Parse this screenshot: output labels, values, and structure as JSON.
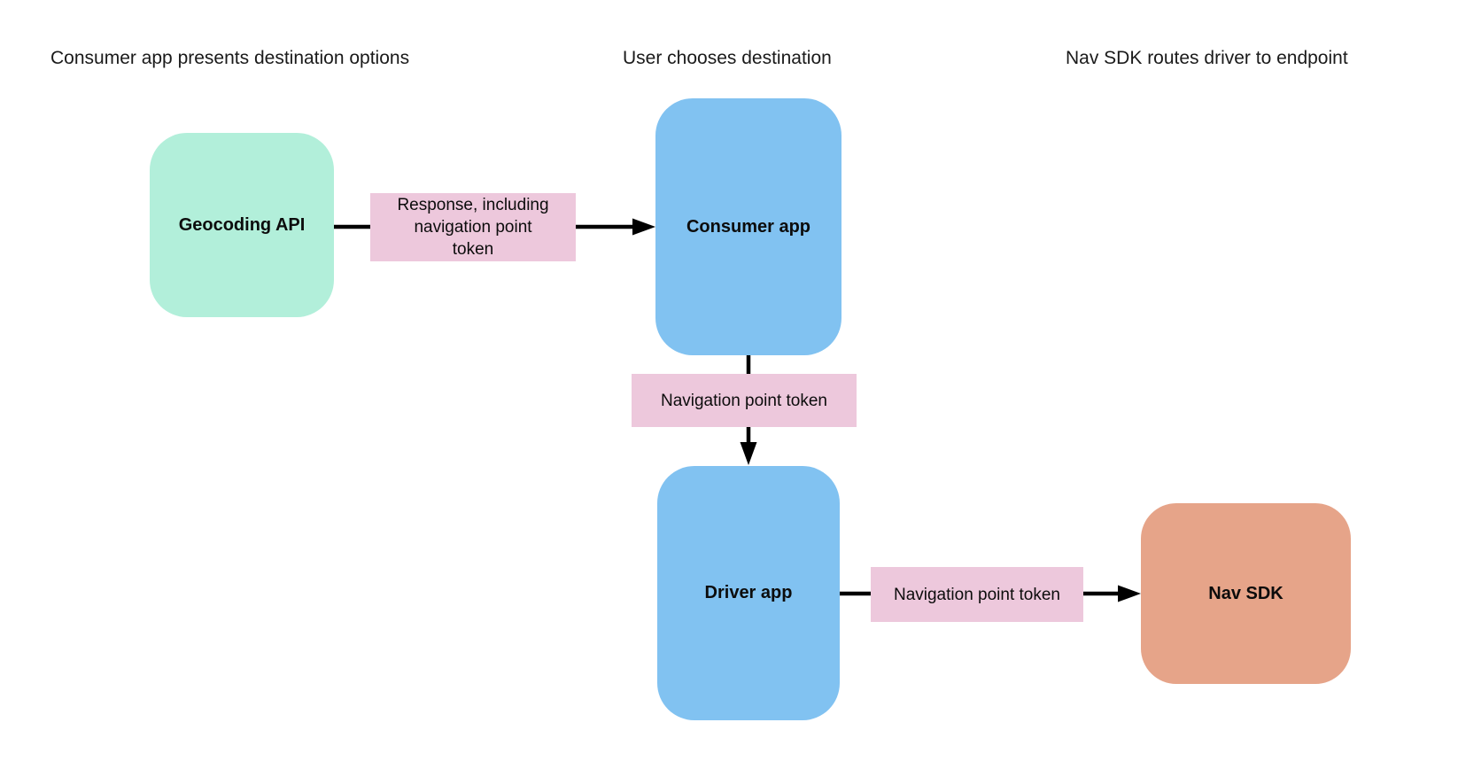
{
  "colors": {
    "mint": "#b2efda",
    "blue": "#81c2f1",
    "pink": "#edc8dc",
    "salmon": "#e6a489",
    "arrow": "#000000",
    "text": "#1a1a1a"
  },
  "lanes": [
    {
      "label": "Consumer app presents destination options"
    },
    {
      "label": "User chooses destination"
    },
    {
      "label": "Nav SDK routes driver to endpoint"
    }
  ],
  "nodes": [
    {
      "id": "geocoding-api",
      "label": "Geocoding API",
      "color": "mint"
    },
    {
      "id": "consumer-app",
      "label": "Consumer app",
      "color": "blue"
    },
    {
      "id": "driver-app",
      "label": "Driver app",
      "color": "blue"
    },
    {
      "id": "nav-sdk",
      "label": "Nav SDK",
      "color": "salmon"
    }
  ],
  "edges": [
    {
      "from": "geocoding-api",
      "to": "consumer-app",
      "label": "Response, including\nnavigation point\ntoken",
      "color": "pink"
    },
    {
      "from": "consumer-app",
      "to": "driver-app",
      "label": "Navigation point token",
      "color": "pink"
    },
    {
      "from": "driver-app",
      "to": "nav-sdk",
      "label": "Navigation point token",
      "color": "pink"
    }
  ]
}
